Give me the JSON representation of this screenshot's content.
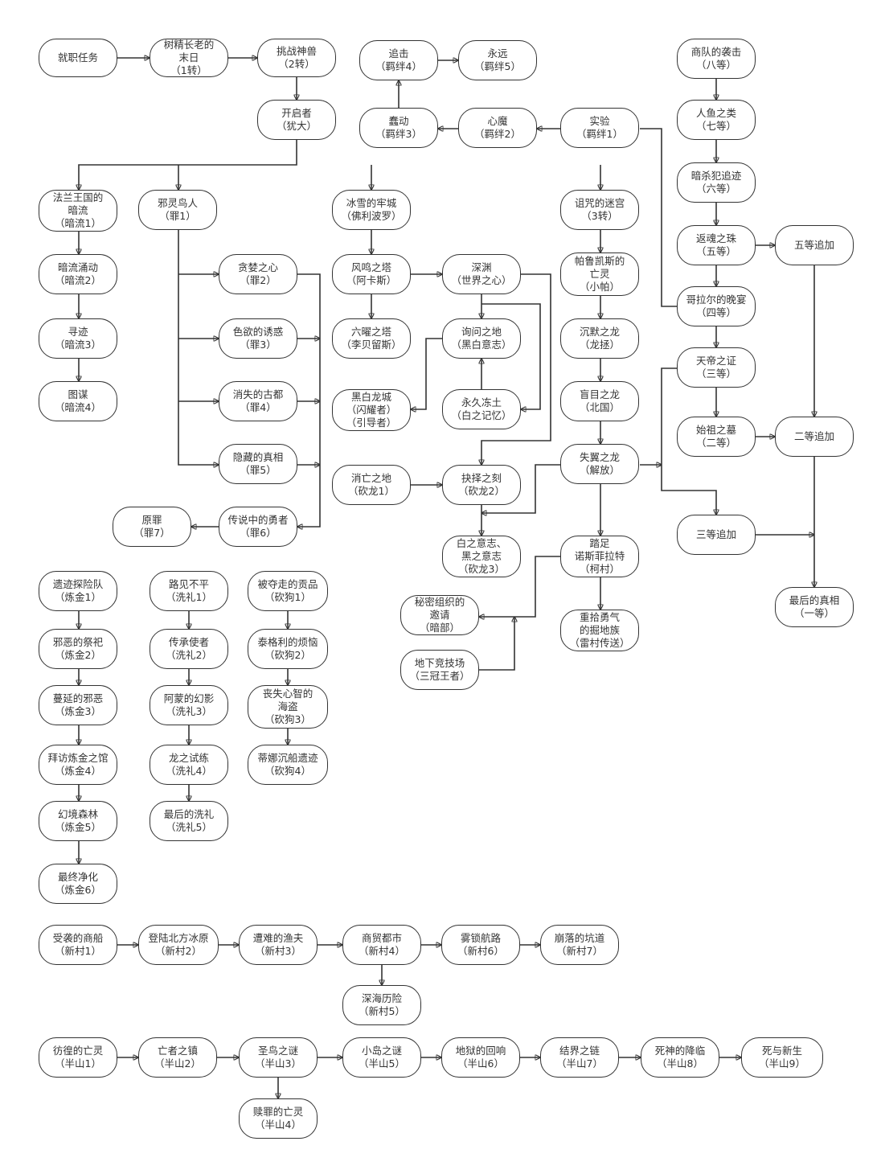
{
  "nodes": [
    {
      "id": "jiuzhi",
      "lines": [
        "就职任务"
      ]
    },
    {
      "id": "shujing",
      "lines": [
        "树精长老的",
        "末日",
        "（1转）"
      ]
    },
    {
      "id": "tiaozhan",
      "lines": [
        "挑战神兽",
        "（2转）"
      ]
    },
    {
      "id": "kaiqi",
      "lines": [
        "开启者",
        "（犹大）"
      ]
    },
    {
      "id": "zhuiji",
      "lines": [
        "追击",
        "（羁绊4）"
      ]
    },
    {
      "id": "yongyuan",
      "lines": [
        "永远",
        "（羁绊5）"
      ]
    },
    {
      "id": "saodong",
      "lines": [
        "蠢动",
        "（羁绊3）"
      ]
    },
    {
      "id": "xinmo",
      "lines": [
        "心魔",
        "（羁绊2）"
      ]
    },
    {
      "id": "shiyan",
      "lines": [
        "实验",
        "（羁绊1）"
      ]
    },
    {
      "id": "shangdui",
      "lines": [
        "商队的袭击",
        "（八等）"
      ]
    },
    {
      "id": "renyu",
      "lines": [
        "人鱼之类",
        "（七等）"
      ]
    },
    {
      "id": "ansha",
      "lines": [
        "暗杀犯追迹",
        "（六等）"
      ]
    },
    {
      "id": "fanhun",
      "lines": [
        "返魂之珠",
        "（五等）"
      ]
    },
    {
      "id": "wudeng",
      "lines": [
        "五等追加"
      ]
    },
    {
      "id": "gelaer",
      "lines": [
        "哥拉尔的晚宴",
        "（四等）"
      ]
    },
    {
      "id": "tiandi",
      "lines": [
        "天帝之证",
        "（三等）"
      ]
    },
    {
      "id": "shizu",
      "lines": [
        "始祖之墓",
        "（二等）"
      ]
    },
    {
      "id": "erdeng",
      "lines": [
        "二等追加"
      ]
    },
    {
      "id": "sandeng",
      "lines": [
        "三等追加"
      ]
    },
    {
      "id": "zuihou",
      "lines": [
        "最后的真相",
        "（一等）"
      ]
    },
    {
      "id": "falan",
      "lines": [
        "法兰王国的",
        "暗流",
        "（暗流1）"
      ]
    },
    {
      "id": "anliuyong",
      "lines": [
        "暗流涌动",
        "（暗流2）"
      ]
    },
    {
      "id": "xunji",
      "lines": [
        "寻迹",
        "（暗流3）"
      ]
    },
    {
      "id": "tumou",
      "lines": [
        "图谋",
        "（暗流4）"
      ]
    },
    {
      "id": "xieling",
      "lines": [
        "邪灵鸟人",
        "（罪1）"
      ]
    },
    {
      "id": "tanlan",
      "lines": [
        "贪婪之心",
        "（罪2）"
      ]
    },
    {
      "id": "seyu",
      "lines": [
        "色欲的诱惑",
        "（罪3）"
      ]
    },
    {
      "id": "xiaoshi",
      "lines": [
        "消失的古都",
        "（罪4）"
      ]
    },
    {
      "id": "yincang",
      "lines": [
        "隐藏的真相",
        "（罪5）"
      ]
    },
    {
      "id": "chuanshuo",
      "lines": [
        "传说中的勇者",
        "（罪6）"
      ]
    },
    {
      "id": "yuanzui",
      "lines": [
        "原罪",
        "（罪7）"
      ]
    },
    {
      "id": "bingxue",
      "lines": [
        "冰雪的牢城",
        "（佛利波罗）"
      ]
    },
    {
      "id": "fengming",
      "lines": [
        "风鸣之塔",
        "（阿卡斯）"
      ]
    },
    {
      "id": "shenyuan",
      "lines": [
        "深渊",
        "（世界之心）"
      ]
    },
    {
      "id": "liuyao",
      "lines": [
        "六曜之塔",
        "（李贝留斯）"
      ]
    },
    {
      "id": "xunwen",
      "lines": [
        "询问之地",
        "（黑白意志）"
      ]
    },
    {
      "id": "heibai",
      "lines": [
        "黑白龙城",
        "（闪耀者）",
        "（引导者）"
      ]
    },
    {
      "id": "yongjiu",
      "lines": [
        "永久冻土",
        "（白之记忆）"
      ]
    },
    {
      "id": "zuzhou",
      "lines": [
        "诅咒的迷宫",
        "（3转）"
      ]
    },
    {
      "id": "palu",
      "lines": [
        "帕鲁凯斯的",
        "亡灵",
        "（小帕）"
      ]
    },
    {
      "id": "chenmo",
      "lines": [
        "沉默之龙",
        "（龙拯）"
      ]
    },
    {
      "id": "mangmu",
      "lines": [
        "盲目之龙",
        "（北国）"
      ]
    },
    {
      "id": "shiyi",
      "lines": [
        "失翼之龙",
        "（解放）"
      ]
    },
    {
      "id": "xiaowang",
      "lines": [
        "消亡之地",
        "（砍龙1）"
      ]
    },
    {
      "id": "jueze",
      "lines": [
        "抉择之刻",
        "（砍龙2）"
      ]
    },
    {
      "id": "baizhi",
      "lines": [
        "白之意志、",
        "黑之意志",
        "（砍龙3）"
      ]
    },
    {
      "id": "tazu",
      "lines": [
        "踏足",
        "诺斯菲拉特",
        "（柯村）"
      ]
    },
    {
      "id": "mimi",
      "lines": [
        "秘密组织的",
        "邀请",
        "（暗部）"
      ]
    },
    {
      "id": "dixia",
      "lines": [
        "地下竞技场",
        "（三冠王者）"
      ]
    },
    {
      "id": "chongshi",
      "lines": [
        "重拾勇气",
        "的掘地族",
        "（雷村传送）"
      ]
    },
    {
      "id": "yiji",
      "lines": [
        "遗迹探险队",
        "（炼金1）"
      ]
    },
    {
      "id": "xiee",
      "lines": [
        "邪恶的祭祀",
        "（炼金2）"
      ]
    },
    {
      "id": "manyan",
      "lines": [
        "蔓延的邪恶",
        "（炼金3）"
      ]
    },
    {
      "id": "baifang",
      "lines": [
        "拜访炼金之馆",
        "（炼金4）"
      ]
    },
    {
      "id": "huanjing",
      "lines": [
        "幻境森林",
        "（炼金5）"
      ]
    },
    {
      "id": "zuizhong",
      "lines": [
        "最终净化",
        "（炼金6）"
      ]
    },
    {
      "id": "lujian",
      "lines": [
        "路见不平",
        "（洗礼1）"
      ]
    },
    {
      "id": "chuancheng",
      "lines": [
        "传承使者",
        "（洗礼2）"
      ]
    },
    {
      "id": "amen",
      "lines": [
        "阿蒙的幻影",
        "（洗礼3）"
      ]
    },
    {
      "id": "longzhi",
      "lines": [
        "龙之试练",
        "（洗礼4）"
      ]
    },
    {
      "id": "zuihouxili",
      "lines": [
        "最后的洗礼",
        "（洗礼5）"
      ]
    },
    {
      "id": "beiduo",
      "lines": [
        "被夺走的贡品",
        "（砍狗1）"
      ]
    },
    {
      "id": "taigeli",
      "lines": [
        "泰格利的烦恼",
        "（砍狗2）"
      ]
    },
    {
      "id": "sangshi",
      "lines": [
        "丧失心智的",
        "海盗",
        "（砍狗3）"
      ]
    },
    {
      "id": "dina",
      "lines": [
        "蒂娜沉船遗迹",
        "（砍狗4）"
      ]
    },
    {
      "id": "shouxi",
      "lines": [
        "受袭的商船",
        "（新村1）"
      ]
    },
    {
      "id": "denglu",
      "lines": [
        "登陆北方冰原",
        "（新村2）"
      ]
    },
    {
      "id": "zaonan",
      "lines": [
        "遭难的渔夫",
        "（新村3）"
      ]
    },
    {
      "id": "shangmao",
      "lines": [
        "商贸都市",
        "（新村4）"
      ]
    },
    {
      "id": "wusuo",
      "lines": [
        "雾锁航路",
        "（新村6）"
      ]
    },
    {
      "id": "bengluo",
      "lines": [
        "崩落的坑道",
        "（新村7）"
      ]
    },
    {
      "id": "shenhai",
      "lines": [
        "深海历险",
        "（新村5）"
      ]
    },
    {
      "id": "panghuang",
      "lines": [
        "彷徨的亡灵",
        "（半山1）"
      ]
    },
    {
      "id": "wangzhe",
      "lines": [
        "亡者之镇",
        "（半山2）"
      ]
    },
    {
      "id": "shengniao",
      "lines": [
        "圣鸟之谜",
        "（半山3）"
      ]
    },
    {
      "id": "xiaodao",
      "lines": [
        "小岛之谜",
        "（半山5）"
      ]
    },
    {
      "id": "diyu",
      "lines": [
        "地狱的回响",
        "（半山6）"
      ]
    },
    {
      "id": "jiejie",
      "lines": [
        "结界之链",
        "（半山7）"
      ]
    },
    {
      "id": "sishen",
      "lines": [
        "死神的降临",
        "（半山8）"
      ]
    },
    {
      "id": "siyu",
      "lines": [
        "死与新生",
        "（半山9）"
      ]
    },
    {
      "id": "shuzui",
      "lines": [
        "赎罪的亡灵",
        "（半山4）"
      ]
    }
  ]
}
